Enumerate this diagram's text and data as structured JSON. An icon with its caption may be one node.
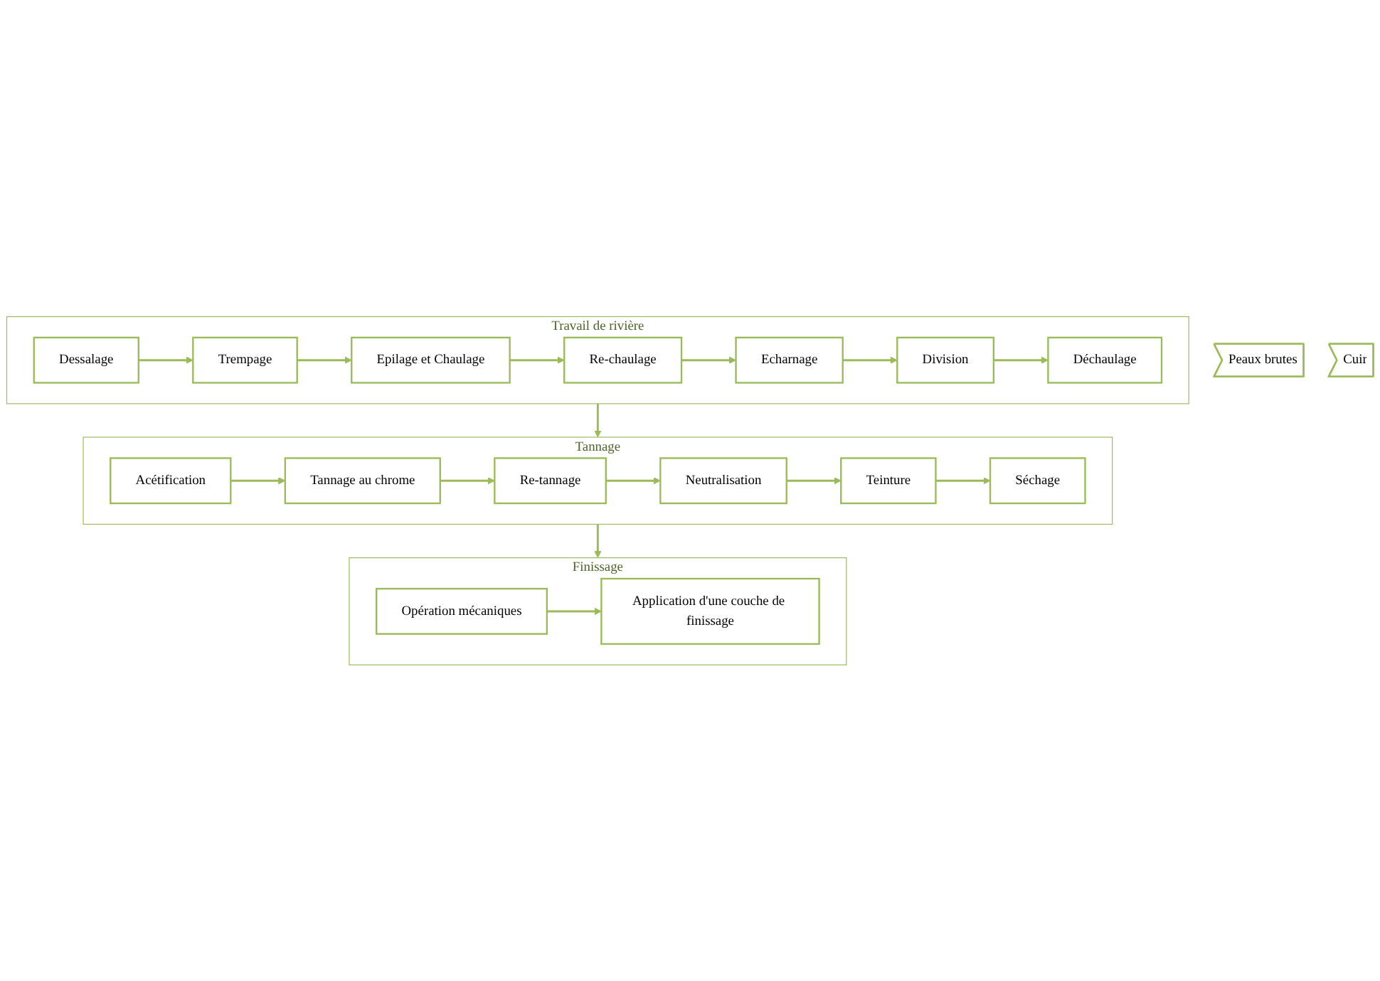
{
  "diagram": {
    "nodes": [
      {
        "text": [
          "Peaux brutes"
        ]
      },
      {
        "text": [
          "Travail de rivière"
        ]
      },
      {
        "text": [
          "Dessalage"
        ],
        "in": 1
      },
      {
        "text": [
          "Trempage"
        ],
        "in": 1
      },
      {
        "text": [
          "Epilage et Chaulage"
        ],
        "in": 1
      },
      {
        "text": [
          "Re-chaulage"
        ],
        "in": 1
      },
      {
        "text": [
          "Echarnage"
        ],
        "in": 1
      },
      {
        "text": [
          "Division"
        ],
        "in": 1
      },
      {
        "text": [
          "Déchaulage"
        ],
        "in": 1
      },
      {
        "text": [
          "Tannage"
        ]
      },
      {
        "text": [
          "Acétification"
        ],
        "in": 9
      },
      {
        "text": [
          "Tannage au chrome"
        ],
        "in": 9
      },
      {
        "text": [
          "Re-tannage"
        ],
        "in": 9
      },
      {
        "text": [
          "Neutralisation"
        ],
        "in": 9
      },
      {
        "text": [
          "Teinture"
        ],
        "in": 9
      },
      {
        "text": [
          "Séchage"
        ],
        "in": 9
      },
      {
        "text": [
          "Finissage"
        ]
      },
      {
        "text": [
          "Opération mécaniques"
        ],
        "in": 16
      },
      {
        "text": [
          "Application d'une couche de finissage"
        ],
        "in": 16
      },
      {
        "text": [
          "Cuir"
        ]
      }
    ],
    "edges": [
      {
        "from": 2,
        "to": 3,
        "arrow": "to"
      },
      {
        "from": 3,
        "to": 4,
        "arrow": "to"
      },
      {
        "from": 4,
        "to": 5,
        "arrow": "to"
      },
      {
        "from": 5,
        "to": 6,
        "arrow": "to"
      },
      {
        "from": 6,
        "to": 7,
        "arrow": "to"
      },
      {
        "from": 7,
        "to": 8,
        "arrow": "to"
      },
      {
        "from": 1,
        "to": 9,
        "arrow": "to"
      },
      {
        "from": 10,
        "to": 11,
        "arrow": "to"
      },
      {
        "from": 11,
        "to": 12,
        "arrow": "to"
      },
      {
        "from": 12,
        "to": 13,
        "arrow": "to"
      },
      {
        "from": 13,
        "to": 14,
        "arrow": "to"
      },
      {
        "from": 14,
        "to": 15,
        "arrow": "to"
      },
      {
        "from": 9,
        "to": 16,
        "arrow": "to"
      },
      {
        "from": 17,
        "to": 18,
        "arrow": "to"
      }
    ]
  }
}
